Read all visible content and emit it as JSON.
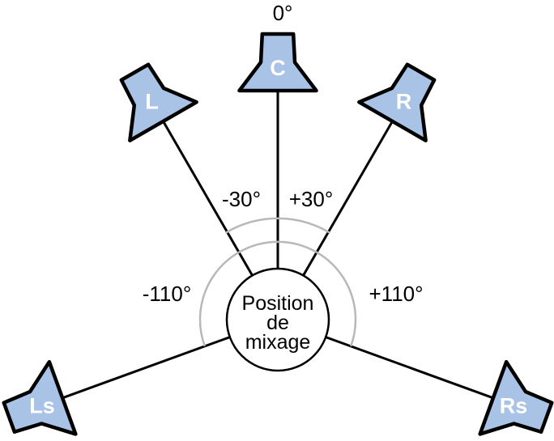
{
  "figure": {
    "type": "speaker-placement-diagram",
    "description": "5.1 surround speaker angles around the mixing position",
    "background": "#ffffff",
    "colors": {
      "speaker_fill": "#a8c3e6",
      "outline": "#000000",
      "arc_gray": "#b8b8b8",
      "label_text": "#000000",
      "speaker_letter": "#ffffff",
      "circle_fill": "#ffffff"
    },
    "mix_position": {
      "line1": "Position",
      "line2": "de",
      "line3": "mixage"
    },
    "speakers": [
      {
        "id": "C",
        "label": "C",
        "angle_deg": 0,
        "angle_label": "0°"
      },
      {
        "id": "L",
        "label": "L",
        "angle_deg": -30,
        "angle_label": "-30°"
      },
      {
        "id": "R",
        "label": "R",
        "angle_deg": 30,
        "angle_label": "+30°"
      },
      {
        "id": "Ls",
        "label": "Ls",
        "angle_deg": -110,
        "angle_label": "-110°"
      },
      {
        "id": "Rs",
        "label": "Rs",
        "angle_deg": 110,
        "angle_label": "+110°"
      }
    ],
    "arcs": [
      {
        "name": "surround-arc",
        "span_deg": [
          -110,
          110
        ]
      },
      {
        "name": "front-arc",
        "span_deg": [
          -31,
          31
        ]
      }
    ]
  }
}
